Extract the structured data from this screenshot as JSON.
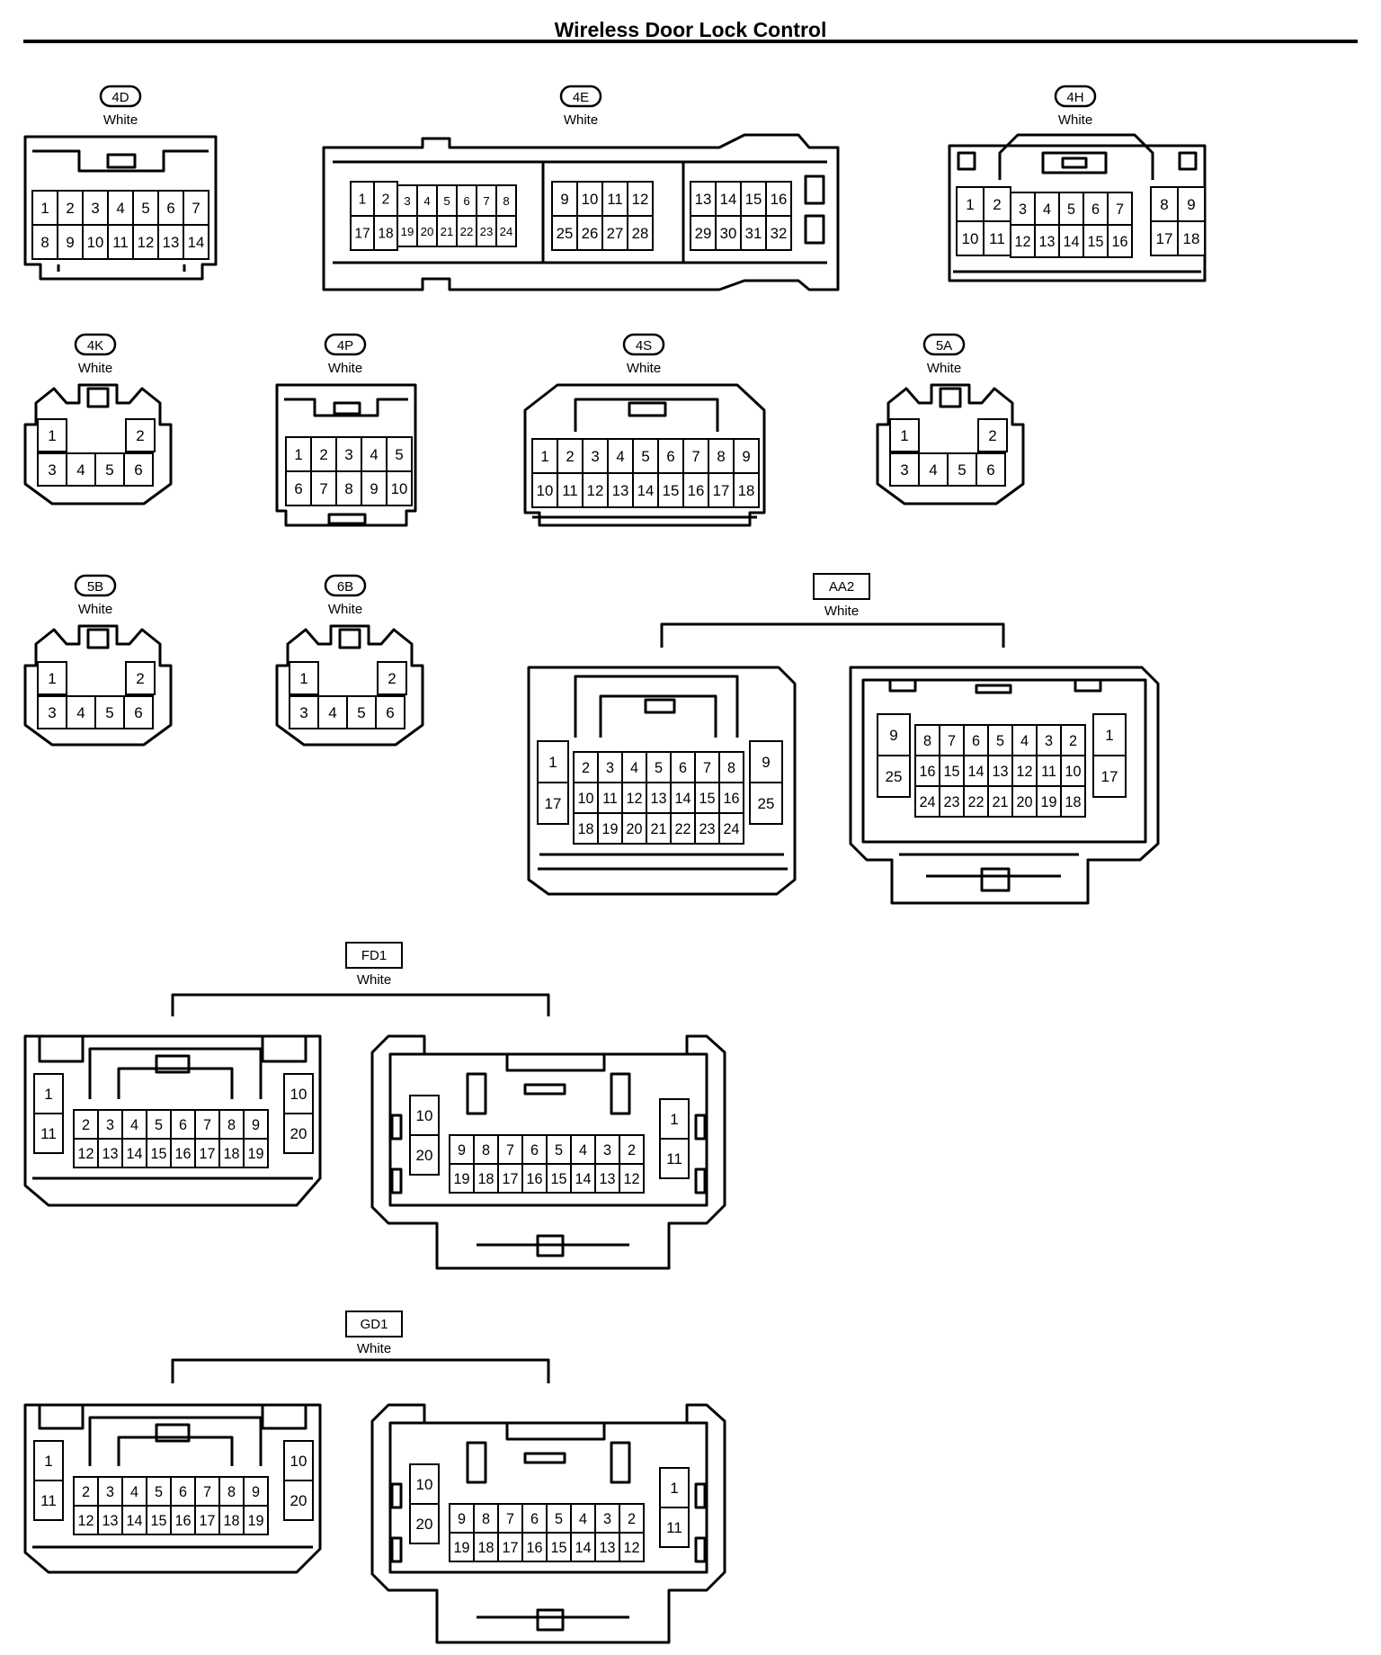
{
  "title": "Wireless Door Lock Control",
  "connectors": [
    {
      "id": "4D",
      "color": "White",
      "tag": "oval"
    },
    {
      "id": "4E",
      "color": "White",
      "tag": "oval"
    },
    {
      "id": "4H",
      "color": "White",
      "tag": "oval"
    },
    {
      "id": "4K",
      "color": "White",
      "tag": "oval"
    },
    {
      "id": "4P",
      "color": "White",
      "tag": "oval"
    },
    {
      "id": "4S",
      "color": "White",
      "tag": "oval"
    },
    {
      "id": "5A",
      "color": "White",
      "tag": "oval"
    },
    {
      "id": "5B",
      "color": "White",
      "tag": "oval"
    },
    {
      "id": "6B",
      "color": "White",
      "tag": "oval"
    },
    {
      "id": "AA2",
      "color": "White",
      "tag": "box"
    },
    {
      "id": "FD1",
      "color": "White",
      "tag": "box"
    },
    {
      "id": "GD1",
      "color": "White",
      "tag": "box"
    }
  ]
}
